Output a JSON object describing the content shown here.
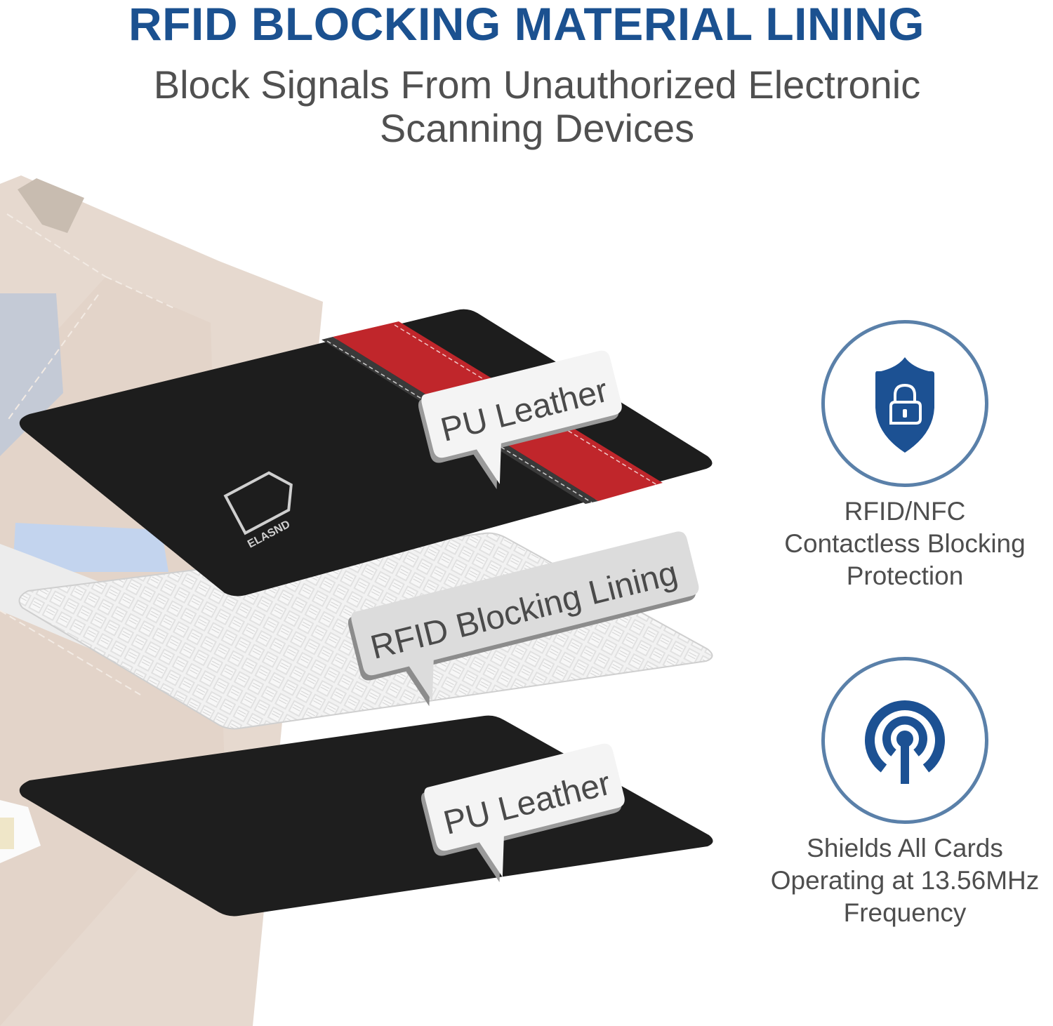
{
  "header": {
    "title": "RFID BLOCKING MATERIAL LINING",
    "subtitle_line1": "Block Signals From Unauthorized Electronic",
    "subtitle_line2": "Scanning Devices"
  },
  "layers": [
    {
      "label": "PU Leather",
      "material": "black PU leather with red stripe",
      "brand": "ELASND"
    },
    {
      "label": "RFID Blocking Lining",
      "material": "silver metallic mesh"
    },
    {
      "label": "PU Leather",
      "material": "black PU leather"
    }
  ],
  "features": [
    {
      "icon": "shield-lock-icon",
      "lines": [
        "RFID/NFC",
        "Contactless Blocking",
        "Protection"
      ]
    },
    {
      "icon": "signal-antenna-icon",
      "lines": [
        "Shields All Cards",
        "Operating at 13.56MHz",
        "Frequency"
      ]
    }
  ],
  "colors": {
    "brand_blue": "#1b5190",
    "ring_blue": "#5a80a9",
    "text_gray": "#4e4e4e",
    "stripe_red": "#c1262b",
    "leather_black": "#1f1f1f",
    "wallet_beige": "#e4d6cb"
  }
}
